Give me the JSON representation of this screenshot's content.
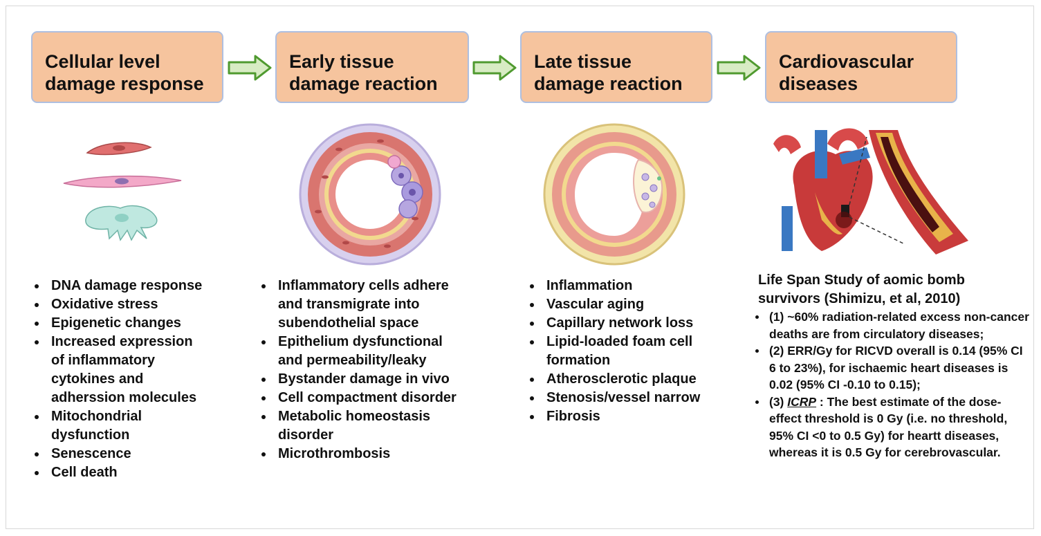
{
  "stages": [
    {
      "line1": "Cellular level",
      "line2": "damage response"
    },
    {
      "line1": "Early tissue",
      "line2": "damage reaction"
    },
    {
      "line1": "Late tissue",
      "line2": "damage reaction"
    },
    {
      "line1": "Cardiovascular",
      "line2": "diseases"
    }
  ],
  "cellular_items": [
    "DNA damage response",
    "Oxidative stress",
    "Epigenetic changes",
    "Increased expression",
    "of inflammatory",
    "cytokines and",
    "adherssion molecules",
    "Mitochondrial",
    "dysfunction",
    "Senescence",
    "Cell death"
  ],
  "early_items": [
    "Inflammatory cells adhere",
    "and transmigrate into",
    "subendothelial space",
    "Epithelium dysfunctional",
    "and permeability/leaky",
    "Bystander damage in vivo",
    "Cell compactment disorder",
    "Metabolic homeostasis",
    "disorder",
    "Microthrombosis"
  ],
  "late_items": [
    "Inflammation",
    "Vascular aging",
    "Capillary network loss",
    "Lipid-loaded foam cell",
    "formation",
    "Atherosclerotic plaque",
    "Stenosis/vessel narrow",
    "Fibrosis"
  ],
  "study": {
    "title_line1": "Life Span Study of aomic bomb",
    "title_line2": "survivors (Shimizu, et al, 2010)",
    "point1": "(1) ~60% radiation-related excess non-cancer deaths are from circulatory diseases;",
    "point2": "(2)  ERR/Gy for RICVD overall is 0.14 (95% CI 6 to 23%), for ischaemic heart diseases is 0.02 (95% CI -0.10 to 0.15);",
    "point3_prefix": "(3) ",
    "point3_link": "ICRP",
    "point3_rest": " : The best estimate of the dose-effect threshold is 0 Gy (i.e. no threshold, 95% CI <0 to 0.5 Gy) for heartt diseases, whereas it is 0.5 Gy for cerebrovascular."
  },
  "colors": {
    "box_fill": "#f6c49e",
    "box_border": "#aebfe0",
    "arrow_fill": "#d8ecc4",
    "arrow_stroke": "#4f9a2f"
  }
}
